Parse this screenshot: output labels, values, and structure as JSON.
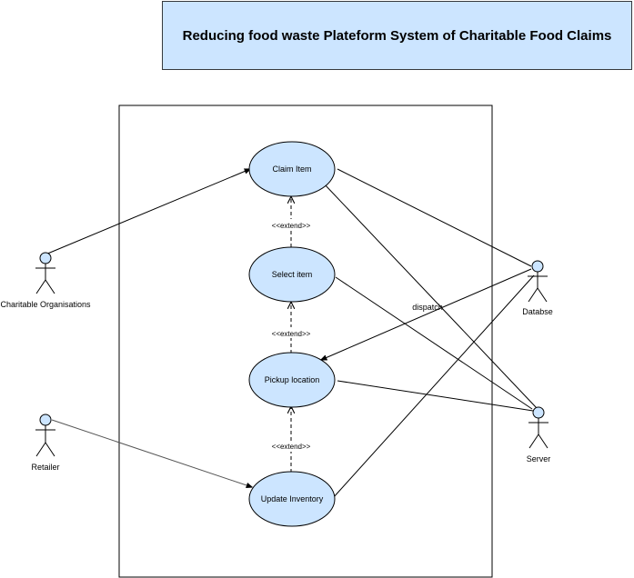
{
  "title": "Reducing food waste Plateform System of Charitable Food Claims",
  "colors": {
    "usecase_fill": "#cce5ff",
    "title_fill": "#cce5ff",
    "line": "#000000",
    "actor_head_fill": "#cce5ff"
  },
  "actors": {
    "charitable_organisations": "Charitable Organisations",
    "retailer": "Retailer",
    "database": "Databse",
    "server": "Server"
  },
  "use_cases": {
    "claim_item": "Claim Item",
    "select_item": "Select item",
    "pickup_location": "Pickup location",
    "update_inventory": "Update Inventory"
  },
  "relations": {
    "extend_1": "<<extend>>",
    "extend_2": "<<extend>>",
    "extend_3": "<<extend>>",
    "dispatch": "dispatch"
  }
}
